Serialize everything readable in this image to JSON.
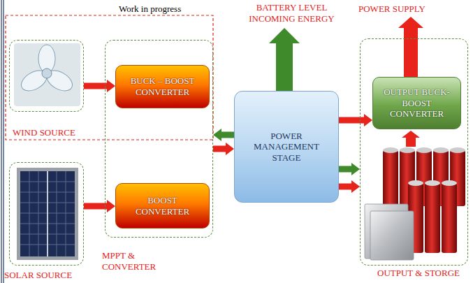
{
  "diagram": {
    "nodes": [
      {
        "text": [
          "WIND SOURCE"
        ]
      },
      {
        "text": [
          "SOLAR SOURCE"
        ]
      },
      {
        "text": [
          "MPPT & CONVERTER"
        ]
      },
      {
        "text": [
          "BUCK – BOOST CONVERTER"
        ],
        "in": 2
      },
      {
        "text": [
          "BOOST CONVERTER"
        ],
        "in": 2
      },
      {
        "text": [
          "POWER MANAGEMENT STAGE"
        ]
      },
      {
        "text": [
          "OUTPUT & STORGE"
        ]
      },
      {
        "text": [
          "OUTPUT BUCK-BOOST CONVERTER"
        ],
        "in": 6
      }
    ],
    "edges": [
      {
        "from": 0,
        "to": 3,
        "arrow": "to"
      },
      {
        "from": 1,
        "to": 4,
        "arrow": "to"
      },
      {
        "from": 5,
        "to": 2,
        "arrow": "to"
      },
      {
        "from": 2,
        "to": 5,
        "arrow": "to"
      },
      {
        "from": 5,
        "to": 7,
        "arrow": "to"
      },
      {
        "from": 5,
        "to": 6,
        "arrow": "to"
      },
      {
        "from": 5,
        "to": 6,
        "arrow": "to"
      }
    ],
    "labels": [
      "Work in progress",
      "BATTERY LEVEL INCOMING ENERGY",
      "POWER SUPPLY"
    ]
  }
}
